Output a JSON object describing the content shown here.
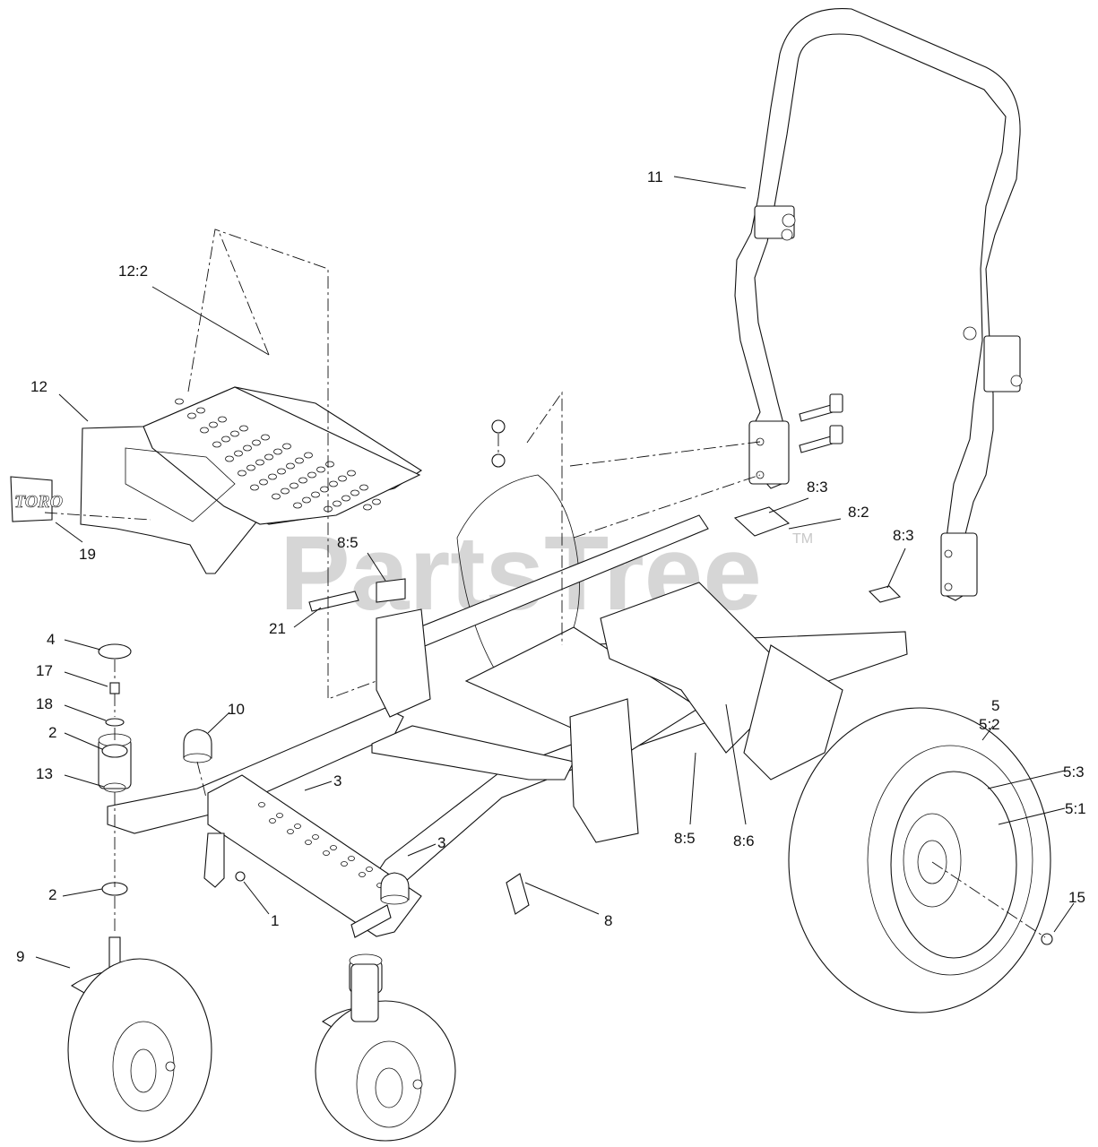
{
  "watermark": {
    "text": "PartsTree",
    "trademark": "TM"
  },
  "logo_text": "TORO",
  "callouts": [
    {
      "id": "c-11",
      "text": "11"
    },
    {
      "id": "c-12-2",
      "text": "12:2"
    },
    {
      "id": "c-12",
      "text": "12"
    },
    {
      "id": "c-19",
      "text": "19"
    },
    {
      "id": "c-8-5a",
      "text": "8:5"
    },
    {
      "id": "c-21",
      "text": "21"
    },
    {
      "id": "c-8-3a",
      "text": "8:3"
    },
    {
      "id": "c-8-2",
      "text": "8:2"
    },
    {
      "id": "c-8-3b",
      "text": "8:3"
    },
    {
      "id": "c-4",
      "text": "4"
    },
    {
      "id": "c-17",
      "text": "17"
    },
    {
      "id": "c-18",
      "text": "18"
    },
    {
      "id": "c-2a",
      "text": "2"
    },
    {
      "id": "c-13",
      "text": "13"
    },
    {
      "id": "c-10",
      "text": "10"
    },
    {
      "id": "c-3a",
      "text": "3"
    },
    {
      "id": "c-3b",
      "text": "3"
    },
    {
      "id": "c-2b",
      "text": "2"
    },
    {
      "id": "c-1",
      "text": "1"
    },
    {
      "id": "c-8",
      "text": "8"
    },
    {
      "id": "c-8-5b",
      "text": "8:5"
    },
    {
      "id": "c-8-6",
      "text": "8:6"
    },
    {
      "id": "c-5",
      "text": "5"
    },
    {
      "id": "c-5-2",
      "text": "5:2"
    },
    {
      "id": "c-5-3",
      "text": "5:3"
    },
    {
      "id": "c-5-1",
      "text": "5:1"
    },
    {
      "id": "c-15",
      "text": "15"
    },
    {
      "id": "c-9",
      "text": "9"
    }
  ]
}
